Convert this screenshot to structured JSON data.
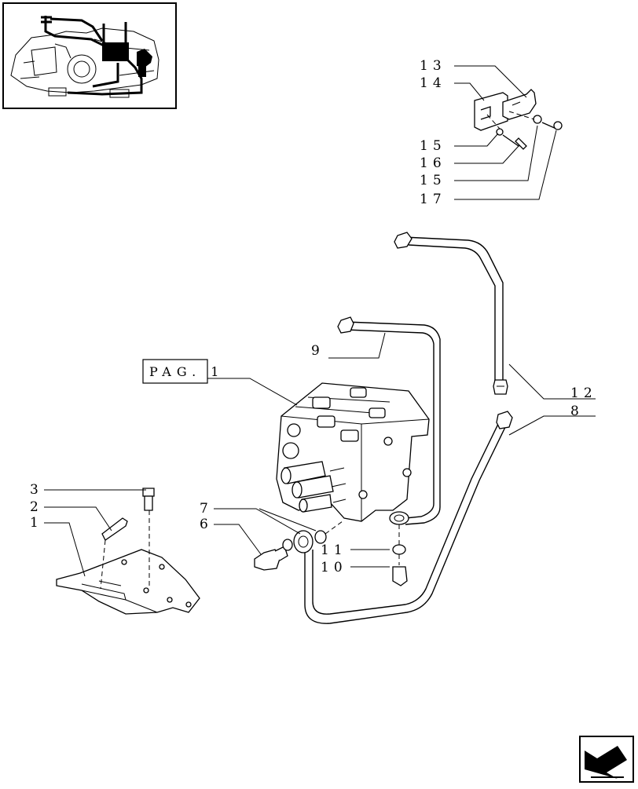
{
  "callouts": {
    "pag_ref": "PAG. 1",
    "items": [
      "13",
      "14",
      "15",
      "16",
      "15",
      "17",
      "9",
      "12",
      "8",
      "3",
      "2",
      "1",
      "7",
      "6",
      "11",
      "10"
    ]
  },
  "icons": {
    "overview_thumbnail": "tractor-hydraulic-overview-icon",
    "next_page": "next-page-arrow-icon"
  }
}
